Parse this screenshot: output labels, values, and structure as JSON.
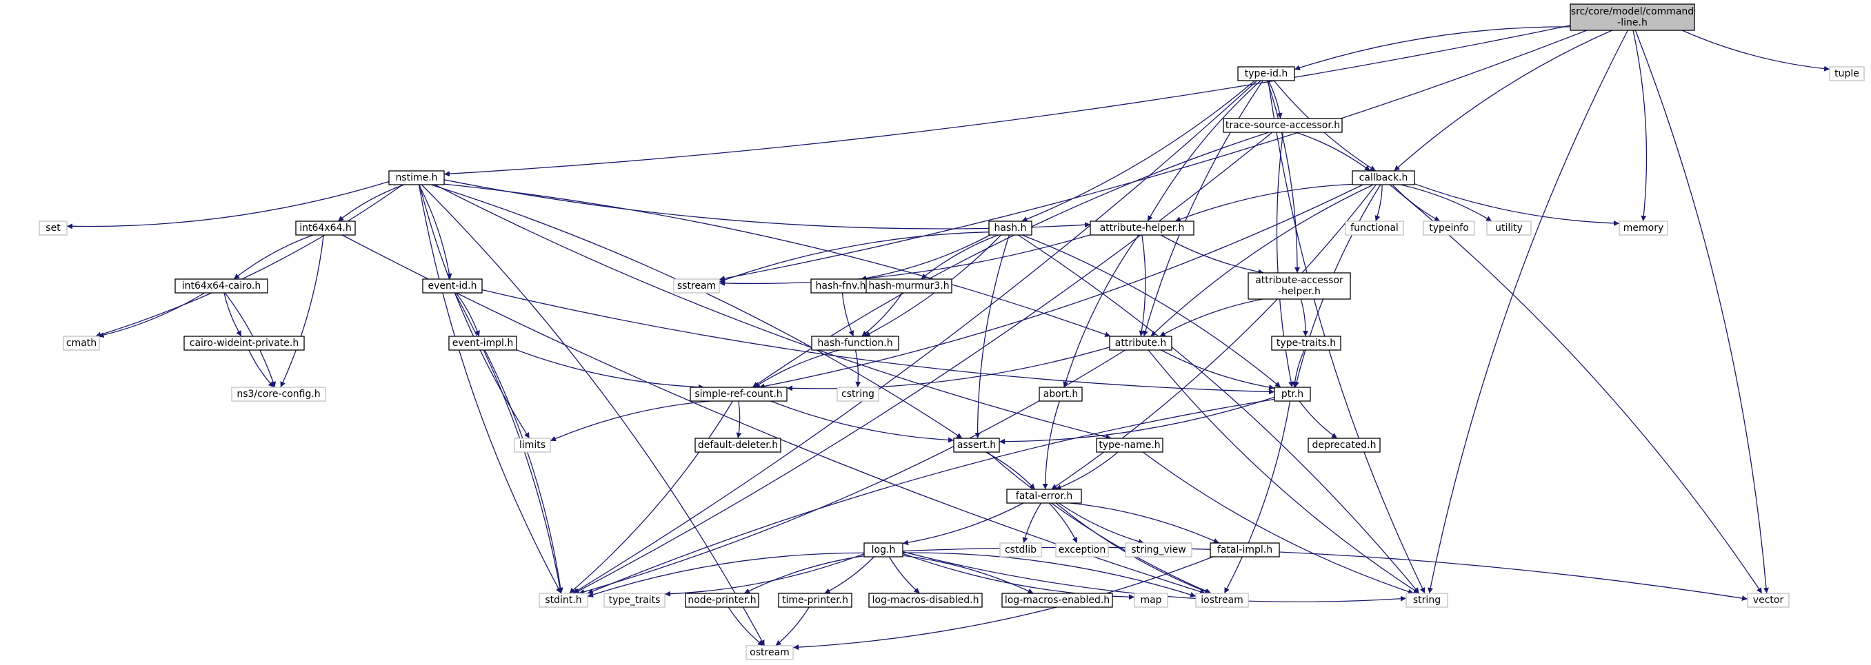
{
  "colors": {
    "edge": "#191970",
    "root_fill": "#bfbfbf",
    "root_stroke": "#000000",
    "local_stroke": "#000000",
    "system_stroke": "#bfbfbf",
    "system_text": "#000000"
  },
  "nodes": [
    {
      "id": "root",
      "lines": [
        "src/core/model/command",
        "-line.h"
      ],
      "kind": "root"
    },
    {
      "id": "typeid",
      "lines": [
        "type-id.h"
      ],
      "kind": "local"
    },
    {
      "id": "tuple",
      "lines": [
        "tuple"
      ],
      "kind": "system"
    },
    {
      "id": "tsa",
      "lines": [
        "trace-source-accessor.h"
      ],
      "kind": "local"
    },
    {
      "id": "nstime",
      "lines": [
        "nstime.h"
      ],
      "kind": "local"
    },
    {
      "id": "callback",
      "lines": [
        "callback.h"
      ],
      "kind": "local"
    },
    {
      "id": "set",
      "lines": [
        "set"
      ],
      "kind": "system"
    },
    {
      "id": "int64x64",
      "lines": [
        "int64x64.h"
      ],
      "kind": "local"
    },
    {
      "id": "hash",
      "lines": [
        "hash.h"
      ],
      "kind": "local"
    },
    {
      "id": "attrhelper",
      "lines": [
        "attribute-helper.h"
      ],
      "kind": "local"
    },
    {
      "id": "functional",
      "lines": [
        "functional"
      ],
      "kind": "system"
    },
    {
      "id": "typeinfo",
      "lines": [
        "typeinfo"
      ],
      "kind": "system"
    },
    {
      "id": "utility",
      "lines": [
        "utility"
      ],
      "kind": "system"
    },
    {
      "id": "memory",
      "lines": [
        "memory"
      ],
      "kind": "system"
    },
    {
      "id": "int64cairo",
      "lines": [
        "int64x64-cairo.h"
      ],
      "kind": "local"
    },
    {
      "id": "eventid",
      "lines": [
        "event-id.h"
      ],
      "kind": "local"
    },
    {
      "id": "sstream",
      "lines": [
        "sstream"
      ],
      "kind": "system"
    },
    {
      "id": "hashfnv",
      "lines": [
        "hash-fnv.h"
      ],
      "kind": "local"
    },
    {
      "id": "hashmurmur",
      "lines": [
        "hash-murmur3.h"
      ],
      "kind": "local"
    },
    {
      "id": "attraccessor",
      "lines": [
        "attribute-accessor",
        "-helper.h"
      ],
      "kind": "local"
    },
    {
      "id": "cmath",
      "lines": [
        "cmath"
      ],
      "kind": "system"
    },
    {
      "id": "cairowide",
      "lines": [
        "cairo-wideint-private.h"
      ],
      "kind": "local"
    },
    {
      "id": "eventimpl",
      "lines": [
        "event-impl.h"
      ],
      "kind": "local"
    },
    {
      "id": "hashfunc",
      "lines": [
        "hash-function.h"
      ],
      "kind": "local"
    },
    {
      "id": "attribute",
      "lines": [
        "attribute.h"
      ],
      "kind": "local"
    },
    {
      "id": "typetraitsh",
      "lines": [
        "type-traits.h"
      ],
      "kind": "local"
    },
    {
      "id": "coreconfig",
      "lines": [
        "ns3/core-config.h"
      ],
      "kind": "system"
    },
    {
      "id": "srefcount",
      "lines": [
        "simple-ref-count.h"
      ],
      "kind": "local"
    },
    {
      "id": "cstring",
      "lines": [
        "cstring"
      ],
      "kind": "system"
    },
    {
      "id": "abort",
      "lines": [
        "abort.h"
      ],
      "kind": "local"
    },
    {
      "id": "ptr",
      "lines": [
        "ptr.h"
      ],
      "kind": "local"
    },
    {
      "id": "limits",
      "lines": [
        "limits"
      ],
      "kind": "system"
    },
    {
      "id": "defdeleter",
      "lines": [
        "default-deleter.h"
      ],
      "kind": "local"
    },
    {
      "id": "assert",
      "lines": [
        "assert.h"
      ],
      "kind": "local"
    },
    {
      "id": "typename",
      "lines": [
        "type-name.h"
      ],
      "kind": "local"
    },
    {
      "id": "deprecated",
      "lines": [
        "deprecated.h"
      ],
      "kind": "local"
    },
    {
      "id": "fatalerror",
      "lines": [
        "fatal-error.h"
      ],
      "kind": "local"
    },
    {
      "id": "log",
      "lines": [
        "log.h"
      ],
      "kind": "local"
    },
    {
      "id": "cstdlib",
      "lines": [
        "cstdlib"
      ],
      "kind": "system"
    },
    {
      "id": "exception",
      "lines": [
        "exception"
      ],
      "kind": "system"
    },
    {
      "id": "stringview",
      "lines": [
        "string_view"
      ],
      "kind": "system"
    },
    {
      "id": "fatalimpl",
      "lines": [
        "fatal-impl.h"
      ],
      "kind": "local"
    },
    {
      "id": "stdint",
      "lines": [
        "stdint.h"
      ],
      "kind": "system"
    },
    {
      "id": "typetraits",
      "lines": [
        "type_traits"
      ],
      "kind": "system"
    },
    {
      "id": "nodeprinter",
      "lines": [
        "node-printer.h"
      ],
      "kind": "local"
    },
    {
      "id": "timeprinter",
      "lines": [
        "time-printer.h"
      ],
      "kind": "local"
    },
    {
      "id": "logdisabled",
      "lines": [
        "log-macros-disabled.h"
      ],
      "kind": "local"
    },
    {
      "id": "logenabled",
      "lines": [
        "log-macros-enabled.h"
      ],
      "kind": "local"
    },
    {
      "id": "map",
      "lines": [
        "map"
      ],
      "kind": "system"
    },
    {
      "id": "iostream",
      "lines": [
        "iostream"
      ],
      "kind": "system"
    },
    {
      "id": "string",
      "lines": [
        "string"
      ],
      "kind": "system"
    },
    {
      "id": "vector",
      "lines": [
        "vector"
      ],
      "kind": "system"
    },
    {
      "id": "ostream",
      "lines": [
        "ostream"
      ],
      "kind": "system"
    }
  ],
  "edges": [
    [
      "root",
      "nstime"
    ],
    [
      "root",
      "typeid"
    ],
    [
      "root",
      "sstream"
    ],
    [
      "root",
      "callback"
    ],
    [
      "root",
      "memory"
    ],
    [
      "root",
      "string"
    ],
    [
      "root",
      "vector"
    ],
    [
      "root",
      "tuple"
    ],
    [
      "typeid",
      "tsa"
    ],
    [
      "typeid",
      "callback"
    ],
    [
      "typeid",
      "hash"
    ],
    [
      "typeid",
      "attrhelper"
    ],
    [
      "typeid",
      "attraccessor"
    ],
    [
      "typeid",
      "attribute"
    ],
    [
      "typeid",
      "stdint"
    ],
    [
      "typeid",
      "string"
    ],
    [
      "tsa",
      "callback"
    ],
    [
      "tsa",
      "srefcount"
    ],
    [
      "tsa",
      "stdint"
    ],
    [
      "tsa",
      "ptr"
    ],
    [
      "nstime",
      "set"
    ],
    [
      "nstime",
      "int64x64"
    ],
    [
      "nstime",
      "eventid"
    ],
    [
      "nstime",
      "attrhelper"
    ],
    [
      "nstime",
      "attribute"
    ],
    [
      "nstime",
      "typename"
    ],
    [
      "nstime",
      "assert"
    ],
    [
      "nstime",
      "limits"
    ],
    [
      "nstime",
      "cmath"
    ],
    [
      "nstime",
      "stdint"
    ],
    [
      "nstime",
      "ostream"
    ],
    [
      "callback",
      "attrhelper"
    ],
    [
      "callback",
      "functional"
    ],
    [
      "callback",
      "typeinfo"
    ],
    [
      "callback",
      "utility"
    ],
    [
      "callback",
      "memory"
    ],
    [
      "callback",
      "vector"
    ],
    [
      "callback",
      "attribute"
    ],
    [
      "callback",
      "fatalerror"
    ],
    [
      "callback",
      "ptr"
    ],
    [
      "callback",
      "srefcount"
    ],
    [
      "int64x64",
      "int64cairo"
    ],
    [
      "int64x64",
      "coreconfig"
    ],
    [
      "int64x64",
      "iostream"
    ],
    [
      "int64cairo",
      "cmath"
    ],
    [
      "int64cairo",
      "cairowide"
    ],
    [
      "int64cairo",
      "coreconfig"
    ],
    [
      "cairowide",
      "coreconfig"
    ],
    [
      "hash",
      "hashfnv"
    ],
    [
      "hash",
      "hashmurmur"
    ],
    [
      "hash",
      "hashfunc"
    ],
    [
      "hash",
      "assert"
    ],
    [
      "hash",
      "ptr"
    ],
    [
      "hash",
      "sstream"
    ],
    [
      "hash",
      "string"
    ],
    [
      "hashfnv",
      "hashfunc"
    ],
    [
      "hashmurmur",
      "hashfunc"
    ],
    [
      "hashfunc",
      "srefcount"
    ],
    [
      "hashfunc",
      "cstring"
    ],
    [
      "attrhelper",
      "attraccessor"
    ],
    [
      "attrhelper",
      "attribute"
    ],
    [
      "attrhelper",
      "abort"
    ],
    [
      "attrhelper",
      "sstream"
    ],
    [
      "attraccessor",
      "attribute"
    ],
    [
      "attraccessor",
      "typetraitsh"
    ],
    [
      "typetraitsh",
      "ptr"
    ],
    [
      "eventid",
      "eventimpl"
    ],
    [
      "eventid",
      "ptr"
    ],
    [
      "eventid",
      "stdint"
    ],
    [
      "eventimpl",
      "srefcount"
    ],
    [
      "eventimpl",
      "stdint"
    ],
    [
      "attribute",
      "ptr"
    ],
    [
      "attribute",
      "srefcount"
    ],
    [
      "attribute",
      "string"
    ],
    [
      "attribute",
      "stdint"
    ],
    [
      "srefcount",
      "assert"
    ],
    [
      "srefcount",
      "defdeleter"
    ],
    [
      "srefcount",
      "limits"
    ],
    [
      "srefcount",
      "stdint"
    ],
    [
      "abort",
      "fatalerror"
    ],
    [
      "ptr",
      "assert"
    ],
    [
      "ptr",
      "deprecated"
    ],
    [
      "ptr",
      "iostream"
    ],
    [
      "ptr",
      "stdint"
    ],
    [
      "assert",
      "fatalerror"
    ],
    [
      "assert",
      "iostream"
    ],
    [
      "typename",
      "fatalerror"
    ],
    [
      "typename",
      "string"
    ],
    [
      "fatalerror",
      "log"
    ],
    [
      "fatalerror",
      "cstdlib"
    ],
    [
      "fatalerror",
      "exception"
    ],
    [
      "fatalerror",
      "stringview"
    ],
    [
      "fatalerror",
      "fatalimpl"
    ],
    [
      "fatalerror",
      "iostream"
    ],
    [
      "fatalimpl",
      "ostream"
    ],
    [
      "log",
      "stdint"
    ],
    [
      "log",
      "typetraits"
    ],
    [
      "log",
      "nodeprinter"
    ],
    [
      "log",
      "timeprinter"
    ],
    [
      "log",
      "logdisabled"
    ],
    [
      "log",
      "logenabled"
    ],
    [
      "log",
      "map"
    ],
    [
      "log",
      "iostream"
    ],
    [
      "log",
      "string"
    ],
    [
      "log",
      "vector"
    ],
    [
      "nodeprinter",
      "ostream"
    ],
    [
      "timeprinter",
      "ostream"
    ]
  ]
}
